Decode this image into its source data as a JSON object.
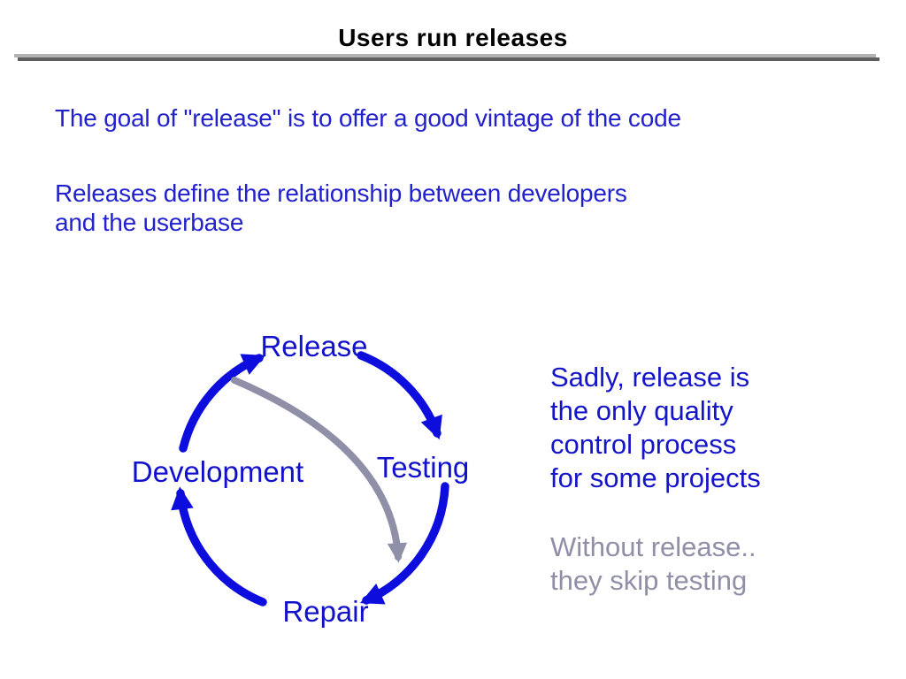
{
  "slide": {
    "title": "Users run releases",
    "paragraph1": "The goal of \"release\" is to offer a good vintage of the code",
    "paragraph2": "Releases define the relationship between developers\nand the userbase",
    "side_note_blue": "Sadly, release is\nthe only quality\ncontrol process\nfor some projects",
    "side_note_gray": "Without release..\nthey skip testing"
  },
  "diagram": {
    "nodes": [
      {
        "id": "release",
        "label": "Release"
      },
      {
        "id": "testing",
        "label": "Testing"
      },
      {
        "id": "development",
        "label": "Development"
      },
      {
        "id": "repair",
        "label": "Repair"
      }
    ],
    "edges": [
      {
        "from": "release",
        "to": "testing",
        "style": "cycle"
      },
      {
        "from": "testing",
        "to": "repair",
        "style": "cycle"
      },
      {
        "from": "repair",
        "to": "development",
        "style": "cycle"
      },
      {
        "from": "development",
        "to": "release",
        "style": "cycle"
      },
      {
        "from": "release",
        "to": "repair",
        "style": "shortcut"
      }
    ]
  },
  "colors": {
    "paragraph_blue": "#2222cc",
    "diagram_label_blue": "#1111cc",
    "arrow_blue": "#0d0ddd",
    "muted_gray": "#8f8fa8",
    "rule_light": "#b2b2b2",
    "rule_dark": "#5e5e5e",
    "title_black": "#000000"
  }
}
